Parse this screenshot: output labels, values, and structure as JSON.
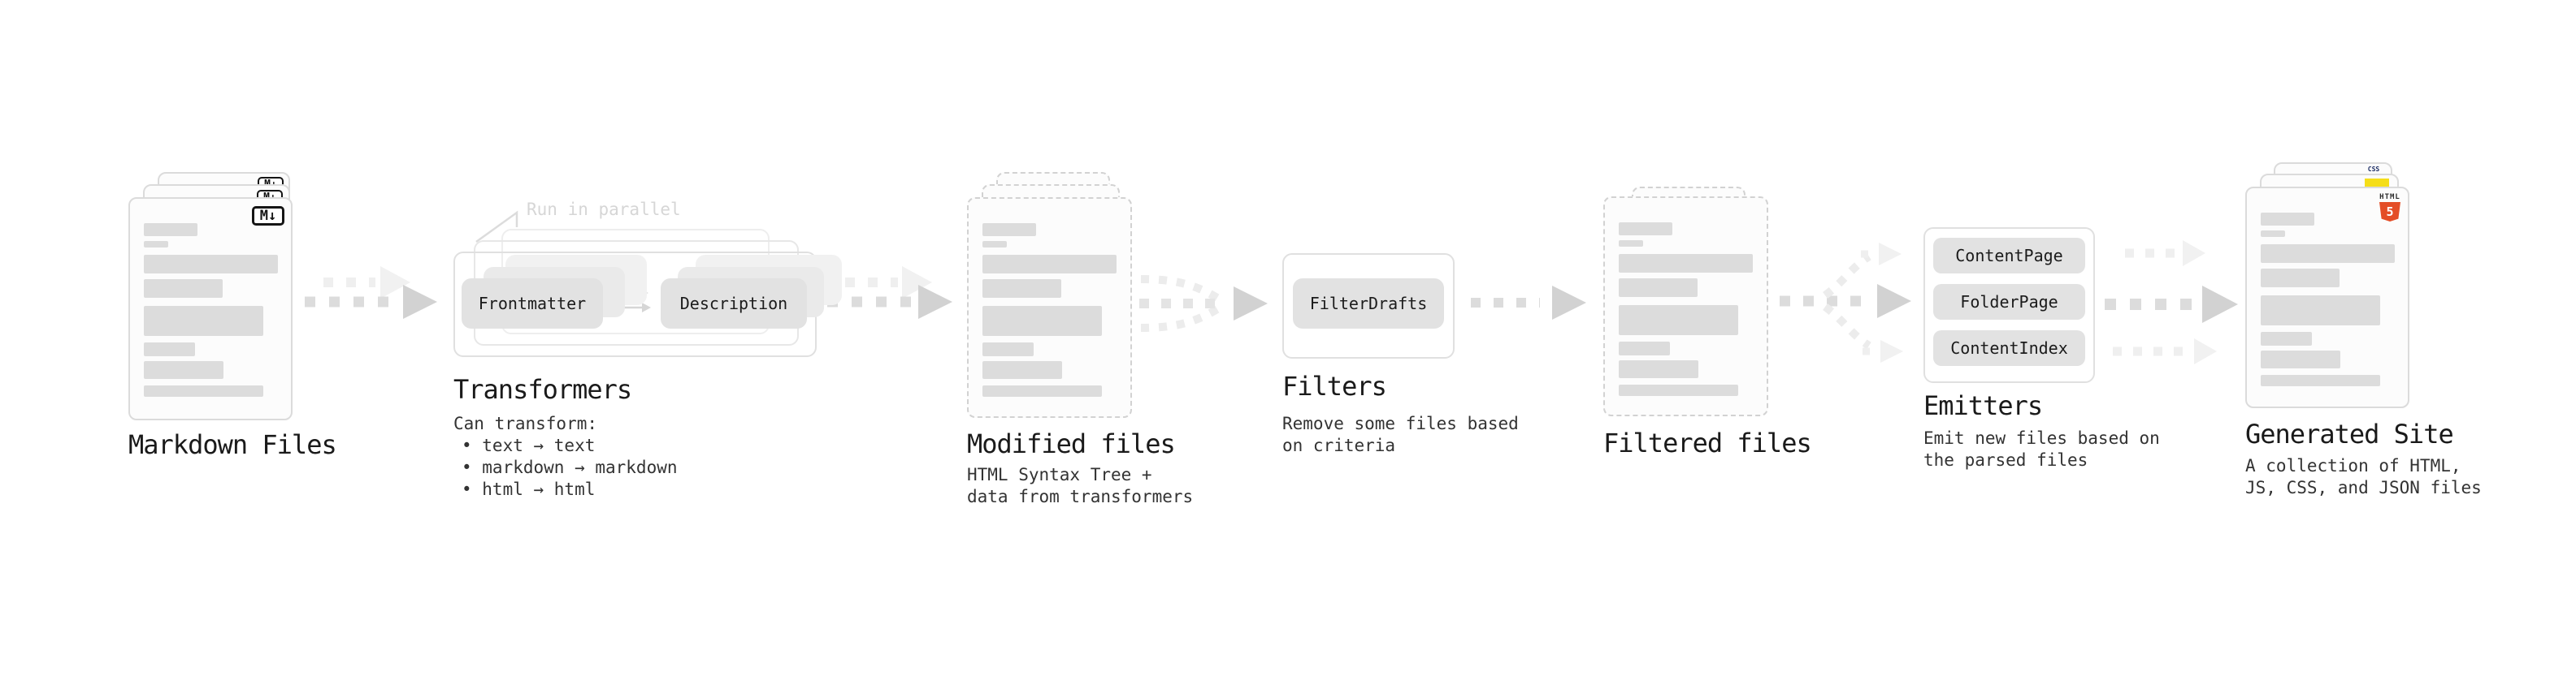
{
  "stages": {
    "markdown": {
      "label": "Markdown Files"
    },
    "transformers": {
      "label": "Transformers",
      "annotation": "Run in parallel",
      "buttons": [
        "Frontmatter",
        "Description"
      ],
      "desc_title": "Can transform:",
      "bullets": [
        "• text → text",
        "• markdown → markdown",
        "• html → html"
      ]
    },
    "modified": {
      "label": "Modified files",
      "desc": [
        "HTML Syntax Tree +",
        "data from transformers"
      ]
    },
    "filters": {
      "label": "Filters",
      "buttons": [
        "FilterDrafts"
      ],
      "desc": [
        "Remove some files based",
        "on criteria"
      ]
    },
    "filtered": {
      "label": "Filtered files"
    },
    "emitters": {
      "label": "Emitters",
      "buttons": [
        "ContentPage",
        "FolderPage",
        "ContentIndex"
      ],
      "desc": [
        "Emit new files based on",
        "the parsed files"
      ]
    },
    "generated": {
      "label": "Generated Site",
      "desc": [
        "A collection of HTML,",
        "JS, CSS, and JSON files"
      ]
    }
  },
  "icons": {
    "markdown_badge": "M↓",
    "html5_wordmark": "HTML",
    "html5_shield": "5",
    "css_wordmark": "CSS"
  },
  "colors": {
    "background": "#ffffff",
    "label_text": "#1a1a1a",
    "desc_text": "#333333",
    "annotation_text": "#d6d6d6",
    "skeleton_bar": "#dcdcdc",
    "button_bg": "#e2e2e2",
    "html5_orange": "#e44d26",
    "js_yellow": "#f5de19",
    "css_blue": "#264de4"
  }
}
